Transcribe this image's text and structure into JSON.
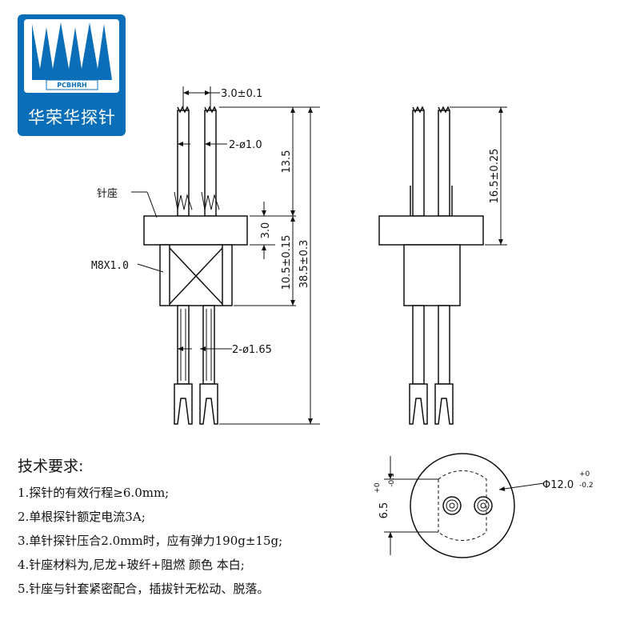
{
  "logo": {
    "abbr": "PCBHRH",
    "name": "华荣华探针",
    "brand_color": "#0a6fb8"
  },
  "front_view": {
    "pin_pitch": "3.0±0.1",
    "top_pin_dia": "2-ø1.0",
    "upper_len": "13.5",
    "flange_thk": "3.0",
    "body_len": "10.5±0.15",
    "total_len": "38.5±0.3",
    "lower_pin_dia": "2-ø1.65",
    "seat_label": "针座",
    "thread_label": "M8X1.0"
  },
  "side_view": {
    "stroke_len": "16.5±0.25"
  },
  "bottom_view": {
    "diameter": "Φ12.0",
    "diameter_tol_upper": "+0",
    "diameter_tol_lower": "-0.2",
    "flat_width": "6.5",
    "flat_tol_upper": "+0",
    "flat_tol_lower": "-0.1"
  },
  "notes": {
    "title": "技术要求:",
    "items": [
      "1.探针的有效行程≥6.0mm;",
      "2.单根探针额定电流3A;",
      "3.单针探针压合2.0mm时，应有弹力190g±15g;",
      "4.针座材料为,尼龙+玻纤+阻燃 颜色 本白;",
      "5.针座与针套紧密配合，插拔针无松动、脱落。"
    ]
  }
}
